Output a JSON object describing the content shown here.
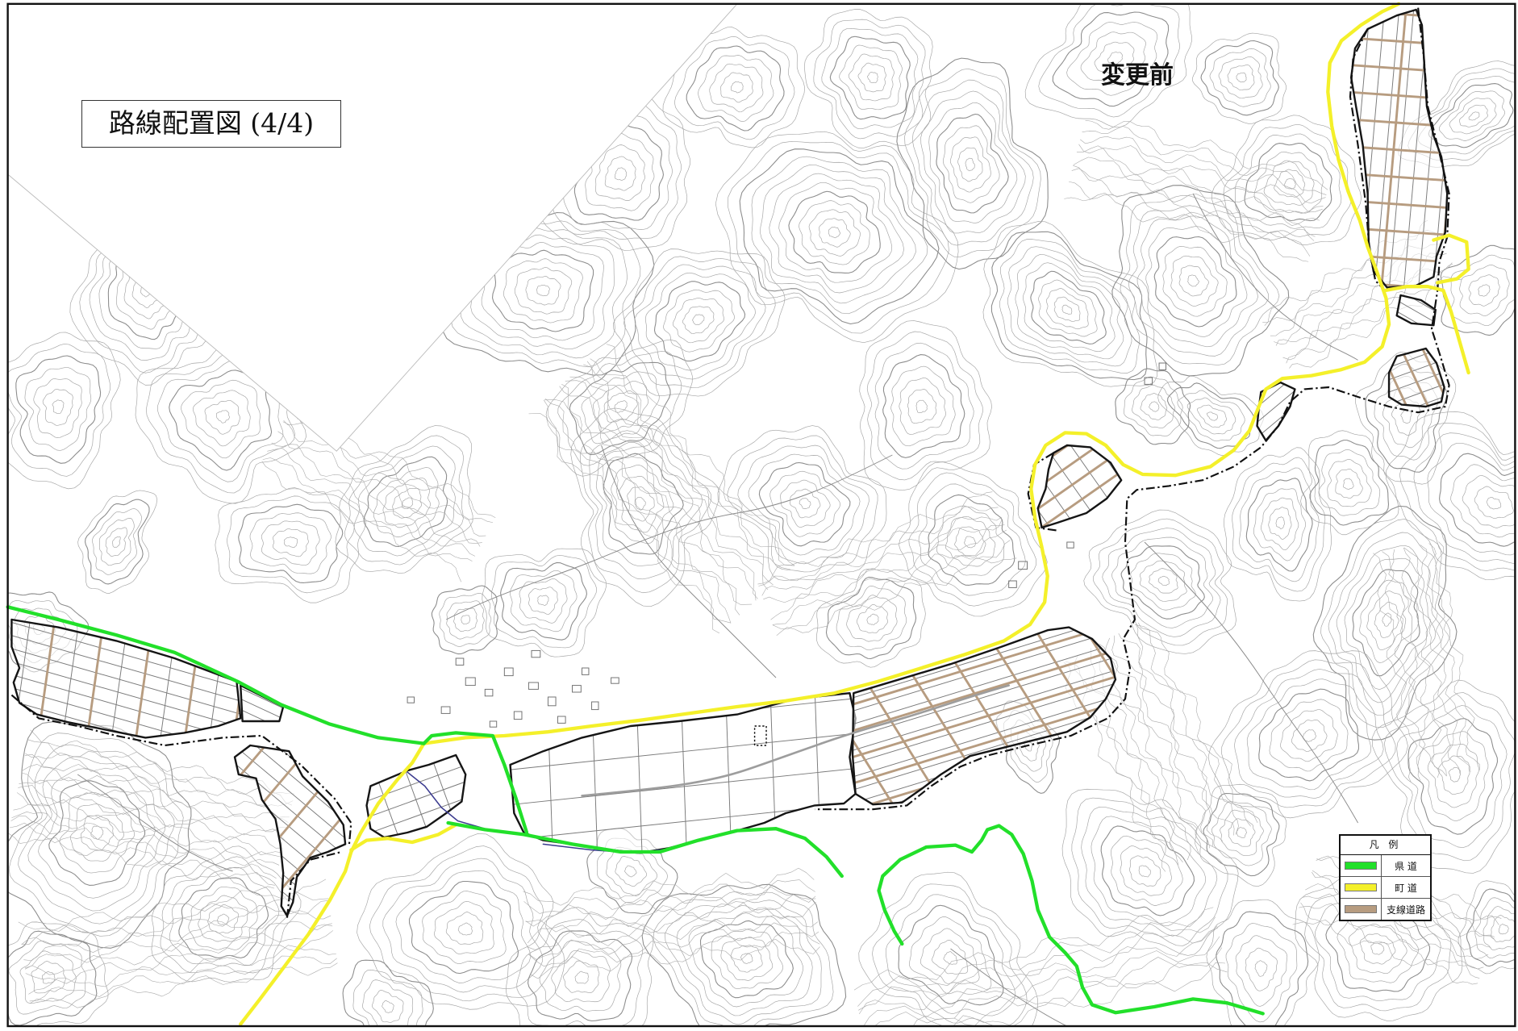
{
  "title": "路線配置図 (4/4)",
  "status_label": "変更前",
  "legend": {
    "title": "凡 例",
    "items": [
      {
        "label": "県 道",
        "color": "#22e02a"
      },
      {
        "label": "町 道",
        "color": "#f4f02a"
      },
      {
        "label": "支線道路",
        "color": "#b79c80"
      }
    ]
  }
}
